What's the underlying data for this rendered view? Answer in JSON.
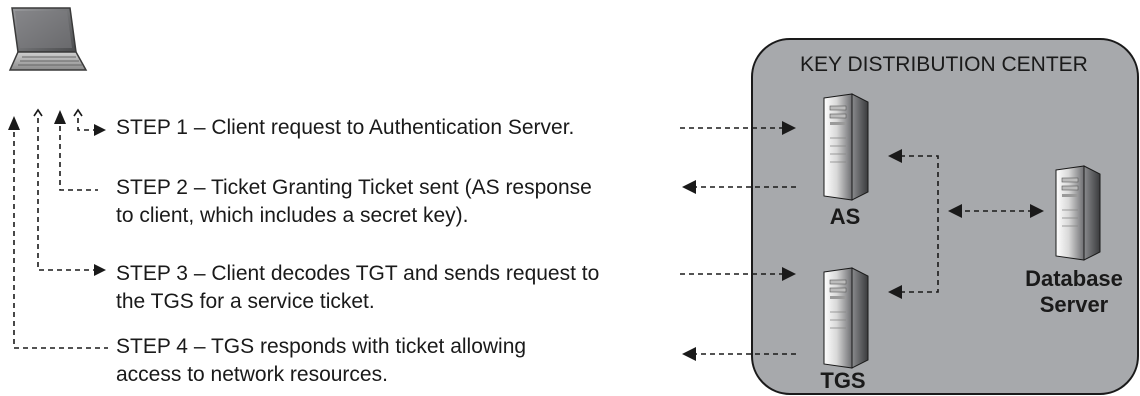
{
  "kdc": {
    "title": "KEY DISTRIBUTION CENTER"
  },
  "servers": {
    "as": {
      "label": "AS",
      "icon": "server-tower-icon"
    },
    "tgs": {
      "label": "TGS",
      "icon": "server-tower-icon"
    },
    "database": {
      "label_line1": "Database",
      "label_line2": "Server",
      "icon": "server-tower-icon"
    }
  },
  "client": {
    "icon": "laptop-icon"
  },
  "steps": [
    {
      "lines": [
        "STEP 1 – Client request to Authentication Server."
      ]
    },
    {
      "lines": [
        "STEP 2 – Ticket Granting Ticket sent (AS response",
        "to client, which includes a secret key)."
      ]
    },
    {
      "lines": [
        "STEP 3 – Client decodes TGT and sends request to",
        "the TGS for a service ticket."
      ]
    },
    {
      "lines": [
        "STEP 4 – TGS responds with ticket allowing",
        "access to network resources."
      ]
    }
  ],
  "colors": {
    "kdc_fill": "#a7a9ac",
    "stroke": "#1a1a1a",
    "server_light": "#f2f2f2",
    "server_dark": "#6d6e71"
  }
}
